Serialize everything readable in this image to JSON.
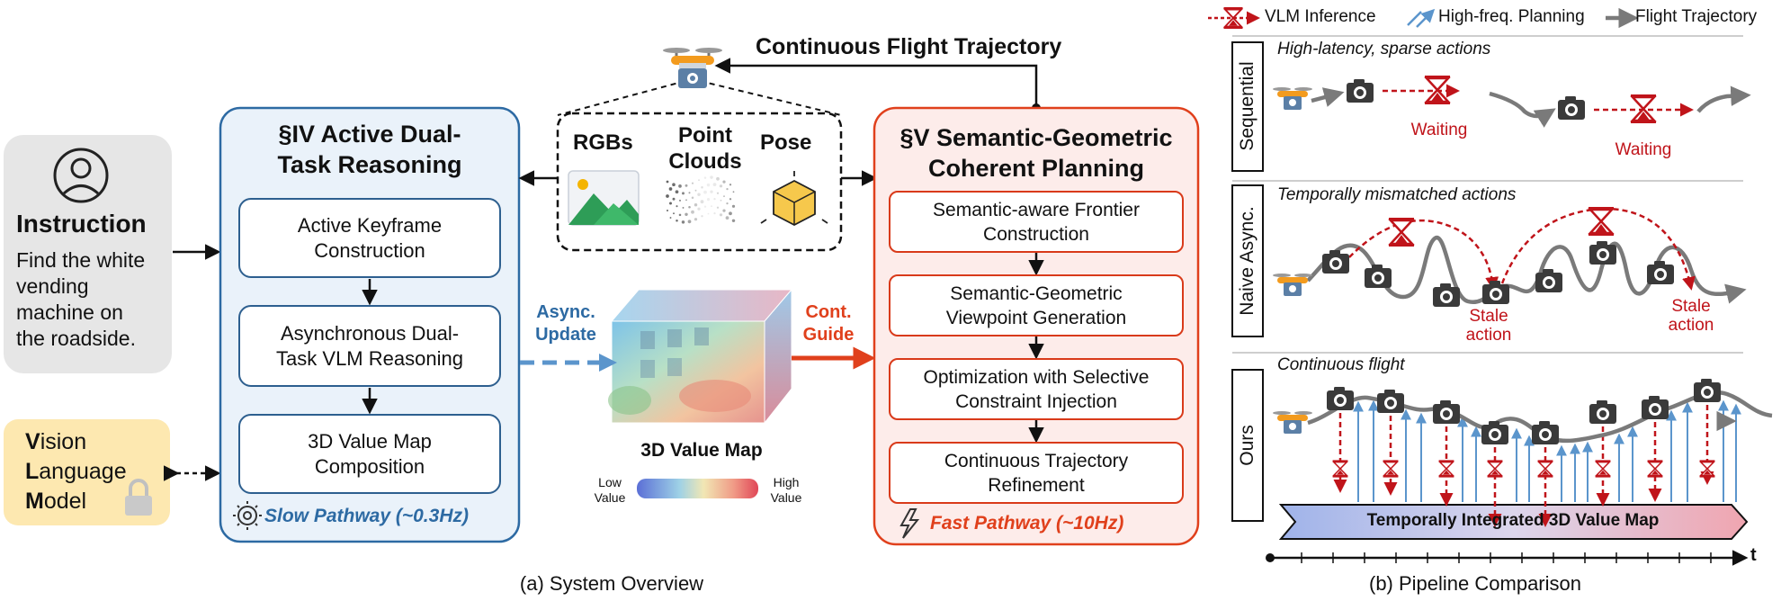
{
  "instruction": {
    "heading": "Instruction",
    "text_lines": [
      "Find the white",
      "vending",
      "machine on",
      "the roadside."
    ]
  },
  "vlm": {
    "line1_initial": "V",
    "line1_rest": "ision",
    "line2_initial": "L",
    "line2_rest": "anguage",
    "line3_initial": "M",
    "line3_rest": "odel"
  },
  "slow_panel": {
    "title_lines": [
      "§IV Active Dual-",
      "Task Reasoning"
    ],
    "steps": [
      [
        "Active Keyframe",
        "Construction"
      ],
      [
        "Asynchronous Dual-",
        "Task VLM Reasoning"
      ],
      [
        "3D Value Map",
        "Composition"
      ]
    ],
    "pathway": "Slow Pathway (~0.3Hz)"
  },
  "fast_panel": {
    "title_lines": [
      "§V Semantic-Geometric",
      "Coherent Planning"
    ],
    "steps": [
      [
        "Semantic-aware Frontier",
        "Construction"
      ],
      [
        "Semantic-Geometric",
        "Viewpoint Generation"
      ],
      [
        "Optimization with Selective",
        "Constraint Injection"
      ],
      [
        "Continuous Trajectory",
        "Refinement"
      ]
    ],
    "pathway": "Fast Pathway (~10Hz)"
  },
  "sensors": {
    "rgb": "RGBs",
    "point_lines": [
      "Point",
      "Clouds"
    ],
    "pose": "Pose"
  },
  "top_label": "Continuous Flight Trajectory",
  "async_lines": [
    "Async.",
    "Update"
  ],
  "cont_lines": [
    "Cont.",
    "Guide"
  ],
  "value_map": {
    "title": "3D Value Map",
    "low_lines": [
      "Low",
      "Value"
    ],
    "high_lines": [
      "High",
      "Value"
    ]
  },
  "caption_a": "(a) System Overview",
  "caption_b": "(b) Pipeline Comparison",
  "legend": {
    "vlm": "VLM Inference",
    "planning": "High-freq. Planning",
    "trajectory": "Flight Trajectory"
  },
  "rows": [
    {
      "label": "Sequential",
      "subtitle": "High-latency, sparse actions",
      "notes": [
        "Waiting",
        "Waiting"
      ]
    },
    {
      "label": "Naive Async.",
      "subtitle": "Temporally mismatched actions",
      "notes": [
        [
          "Stale",
          "action"
        ],
        [
          "Stale",
          "action"
        ]
      ]
    },
    {
      "label": "Ours",
      "subtitle": "Continuous flight",
      "banner": "Temporally Integrated 3D Value Map"
    }
  ],
  "time_axis": "t",
  "colors": {
    "slow_blue": "#2d6aa3",
    "fast_red": "#e0401c",
    "vlm_red": "#c0141a",
    "plan_blue": "#5b95cc",
    "traj_gray": "#7a7a7a"
  }
}
